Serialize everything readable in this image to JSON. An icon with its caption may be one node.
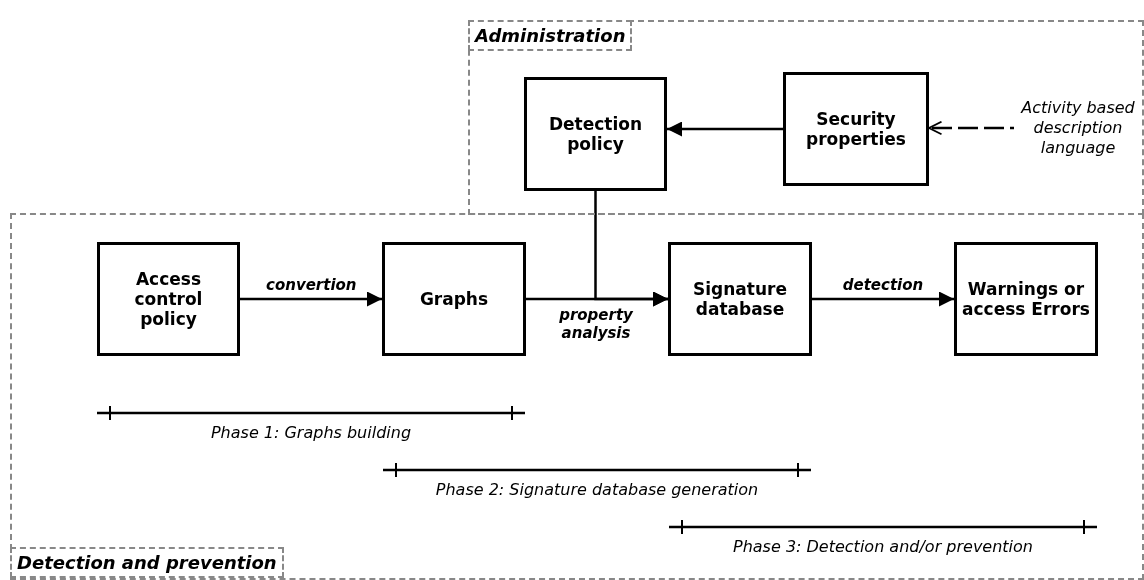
{
  "diagram": {
    "nodes": [
      {
        "text": [
          "Administration"
        ]
      },
      {
        "text": [
          "Detection policy"
        ],
        "in": 0
      },
      {
        "text": [
          "Security properties"
        ],
        "in": 0
      },
      {
        "text": [
          "Activity based description language"
        ],
        "in": 0
      },
      {
        "text": [
          "Detection and prevention"
        ]
      },
      {
        "text": [
          "Access control policy"
        ],
        "in": 4
      },
      {
        "text": [
          "Graphs"
        ],
        "in": 4
      },
      {
        "text": [
          "Signature database"
        ],
        "in": 4
      },
      {
        "text": [
          "Warnings or access Errors"
        ],
        "in": 4
      }
    ],
    "edges": [
      {
        "from": 2,
        "to": 1,
        "arrow": "to"
      },
      {
        "from": 3,
        "to": 2,
        "arrow": "to",
        "style": "dashed"
      },
      {
        "from": 5,
        "to": 6,
        "arrow": "to",
        "label": "convertion"
      },
      {
        "from": 6,
        "to": 7,
        "arrow": "to",
        "label": "property analysis"
      },
      {
        "from": 1,
        "to": 7,
        "arrow": "to"
      },
      {
        "from": 7,
        "to": 8,
        "arrow": "to",
        "label": "detection"
      }
    ],
    "labels": [
      "Phase 1: Graphs building",
      "Phase 2: Signature database generation",
      "Phase 3: Detection and/or prevention"
    ]
  }
}
